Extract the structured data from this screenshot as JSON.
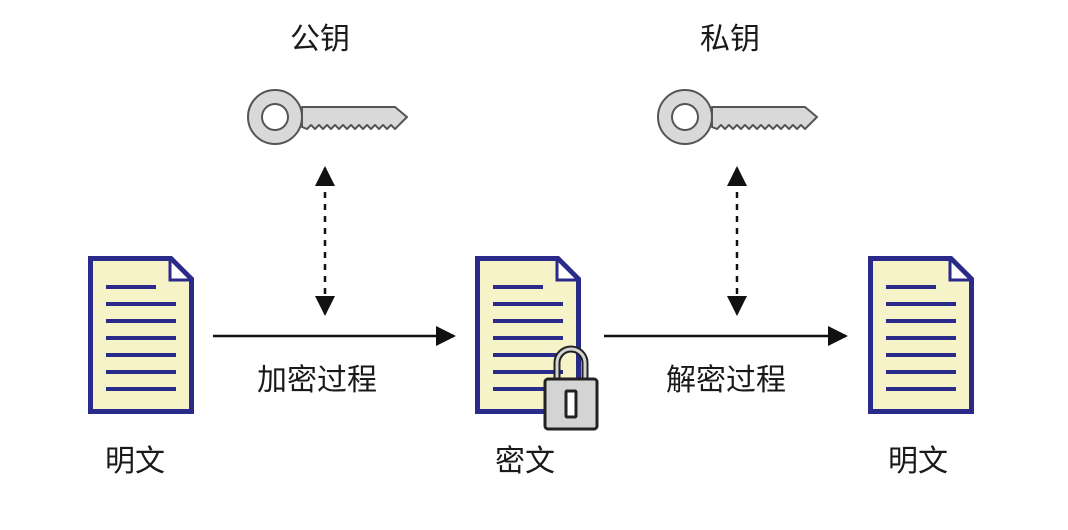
{
  "labels": {
    "public_key": "公钥",
    "private_key": "私钥",
    "encrypt_process": "加密过程",
    "decrypt_process": "解密过程",
    "plaintext_left": "明文",
    "ciphertext": "密文",
    "plaintext_right": "明文"
  },
  "colors": {
    "doc_border": "#2a2a8a",
    "doc_fill": "#f6f3c8",
    "doc_lines": "#2a2a8a",
    "key_fill": "#d9d9d9",
    "key_stroke": "#555555",
    "arrow": "#111111",
    "lock_fill": "#d4d4d4"
  },
  "icons": [
    "key-icon",
    "document-icon",
    "padlock-icon"
  ]
}
